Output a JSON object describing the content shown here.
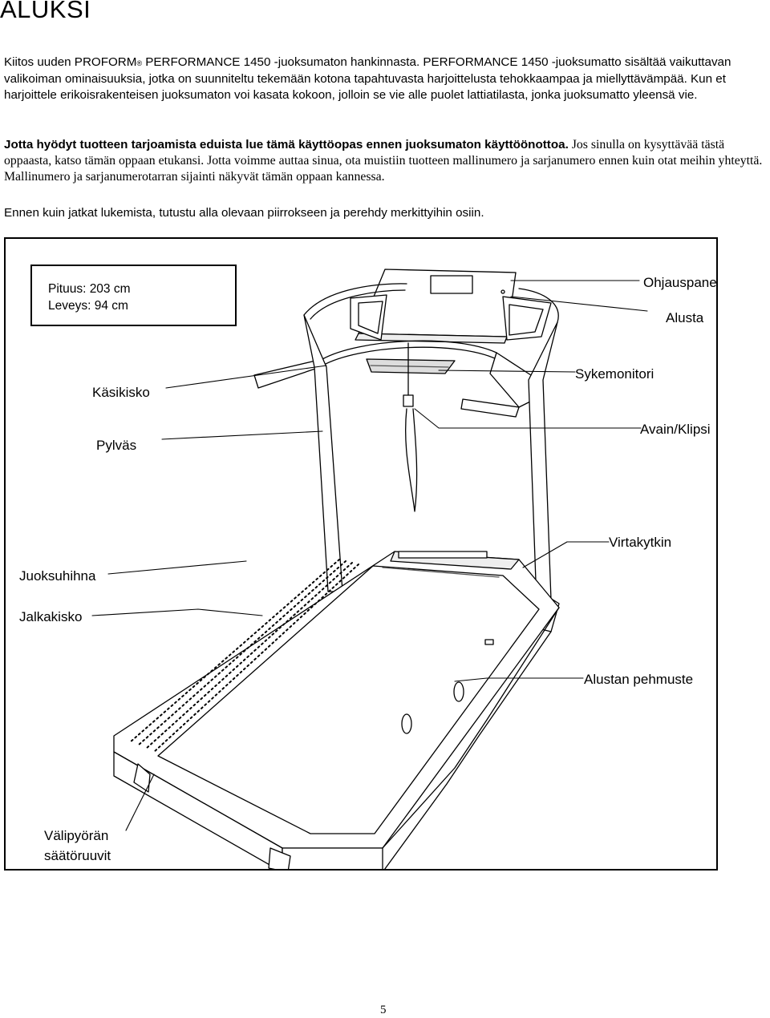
{
  "heading": "ALUKSI",
  "intro": {
    "brand": "Kiitos uuden PROFORM",
    "reg": "®",
    "rest": " PERFORMANCE 1450 -juoksumaton hankinnasta. PERFORMANCE 1450 -juoksumatto sisältää vaikuttavan valikoiman ominaisuuksia, jotka on suunniteltu tekemään kotona tapahtuvasta harjoittelusta tehokkaampaa ja miellyttävämpää. Kun et harjoittele erikoisrakenteisen juoksumaton voi kasata kokoon, jolloin se vie alle puolet lattiatilasta, jonka juoksumatto yleensä vie."
  },
  "notice": {
    "bold": "Jotta hyödyt tuotteen tarjoamista eduista lue tämä käyttöopas ennen juoksumaton käyttöönottoa.",
    "rest": " Jos sinulla on kysyttävää tästä oppaasta, katso tämän oppaan etukansi. Jotta voimme auttaa sinua, ota muistiin tuotteen mallinumero ja sarjanumero ennen kuin otat meihin yhteyttä. Mallinumero ja sarjanumerotarran sijainti näkyvät tämän oppaan kannessa."
  },
  "before_reading": "Ennen kuin jatkat lukemista, tutustu alla olevaan piirrokseen ja perehdy merkittyihin osiin.",
  "dimensions": {
    "length": "Pituus: 203 cm",
    "width": "Leveys: 94 cm"
  },
  "labels": {
    "console": "Ohjauspaneeli",
    "deck": "Alusta",
    "handrail": "Käsikisko",
    "pulse_sensor": "Sykemonitori",
    "upright": "Pylväs",
    "key_clip": "Avain/Klipsi",
    "power_switch": "Virtakytkin",
    "walking_belt": "Juoksuhihna",
    "foot_rail": "Jalkakisko",
    "deck_cushion": "Alustan pehmuste",
    "idler_bolts": "Välipyörän säätöruuvit"
  },
  "page_number": "5"
}
